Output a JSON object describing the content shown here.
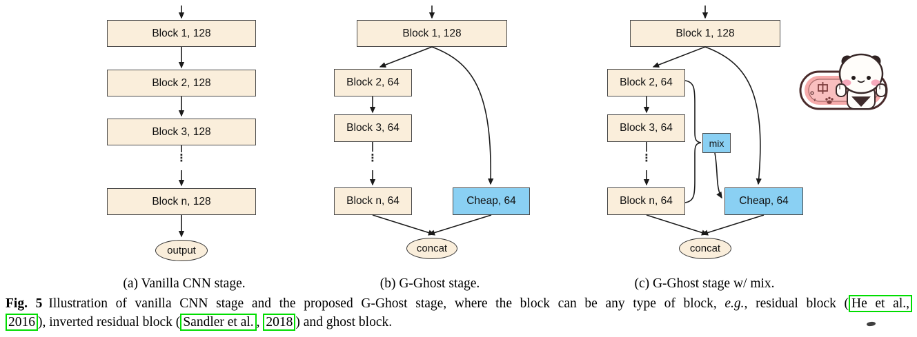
{
  "figure": {
    "panels": [
      {
        "caption": "(a) Vanilla CNN stage.",
        "blocks": [
          "Block 1, 128",
          "Block 2, 128",
          "Block 3, 128",
          "Block n, 128"
        ],
        "terminal": "output"
      },
      {
        "caption": "(b) G-Ghost stage.",
        "blocks": [
          "Block 1, 128",
          "Block 2, 64",
          "Block 3, 64",
          "Block n, 64"
        ],
        "cheap": "Cheap, 64",
        "terminal": "concat"
      },
      {
        "caption": "(c) G-Ghost stage w/ mix.",
        "blocks": [
          "Block 1, 128",
          "Block 2, 64",
          "Block 3, 64",
          "Block n, 64"
        ],
        "cheap": "Cheap, 64",
        "mix": "mix",
        "terminal": "concat"
      }
    ],
    "ellipsis_glyph": "⋮",
    "caption": {
      "tag": "Fig. 5",
      "l1a": "Illustration of vanilla CNN stage and the proposed G-Ghost stage, where the block can be any type of block, ",
      "l1_eg": "e.g.",
      "l1b": ", residual block (",
      "l1_cite_he": "He et al.,",
      "l2_cite_year1": "2016",
      "l2a": "), inverted residual block (",
      "l2_cite_sandler": "Sandler et al.",
      "l2b": ", ",
      "l2_cite_year2": "2018",
      "l2c": ") and ghost block."
    },
    "colors": {
      "block_fill": "#faeedb",
      "cheap_fill": "#8ad0f3",
      "citation_box_green": "#00dd00",
      "sticker_pink": "#f6abab"
    },
    "sticker": {
      "zh_char": "中",
      "punct": "°,"
    }
  }
}
